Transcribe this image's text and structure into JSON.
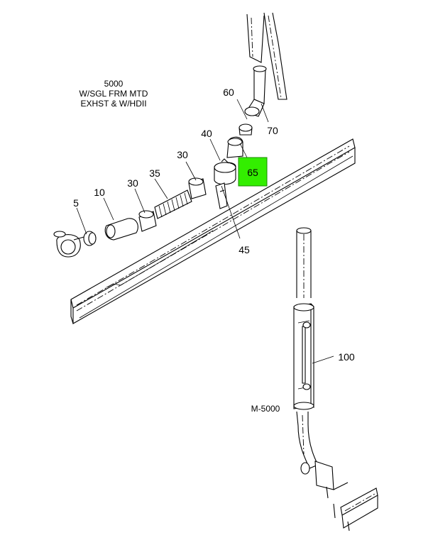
{
  "note": {
    "line1": "5000",
    "line2": "W/SGL FRM MTD",
    "line3": "EXHST & W/HDII"
  },
  "model_label": "M-5000",
  "callouts": {
    "p5": "5",
    "p10": "10",
    "p30a": "30",
    "p35": "35",
    "p30b": "30",
    "p40": "40",
    "p45": "45",
    "p60": "60",
    "p65": "65",
    "p70": "70",
    "p100": "100"
  },
  "colors": {
    "highlight": "#33ee00",
    "line": "#000000"
  }
}
